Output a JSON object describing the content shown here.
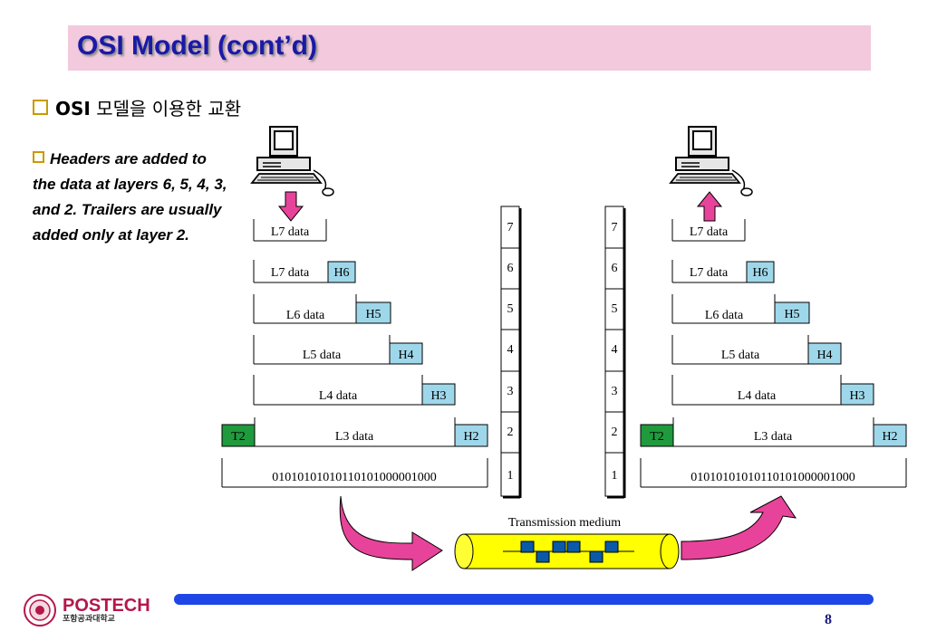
{
  "slide": {
    "title": "OSI Model (cont’d)",
    "bullet_bold": "OSI",
    "bullet_rest": " 모델을 이용한 교환",
    "note": "Headers are added to the data at layers 6, 5, 4, 3, and 2. Trailers are usually added only at layer 2.",
    "page_number": "8"
  },
  "logo": {
    "name": "POSTECH",
    "subtitle": "포항공과대학교"
  },
  "diagram": {
    "stack_left": [
      "L7 data",
      "L7 data",
      "L6 data",
      "L5 data",
      "L4 data",
      "L3 data"
    ],
    "stack_right": [
      "L7 data",
      "L7 data",
      "L6 data",
      "L5 data",
      "L4 data",
      "L3 data"
    ],
    "headers": [
      "H6",
      "H5",
      "H4",
      "H3",
      "H2"
    ],
    "trailer": "T2",
    "bits": "01010101010110101000001000",
    "layers": [
      "7",
      "6",
      "5",
      "4",
      "3",
      "2",
      "1"
    ],
    "medium_label": "Transmission medium",
    "colors": {
      "header": "#9fd7ea",
      "trailer": "#1f9a3c",
      "medium": "#ffff00",
      "arrow": "#e8439a",
      "signal": "#0a5aa8"
    }
  }
}
